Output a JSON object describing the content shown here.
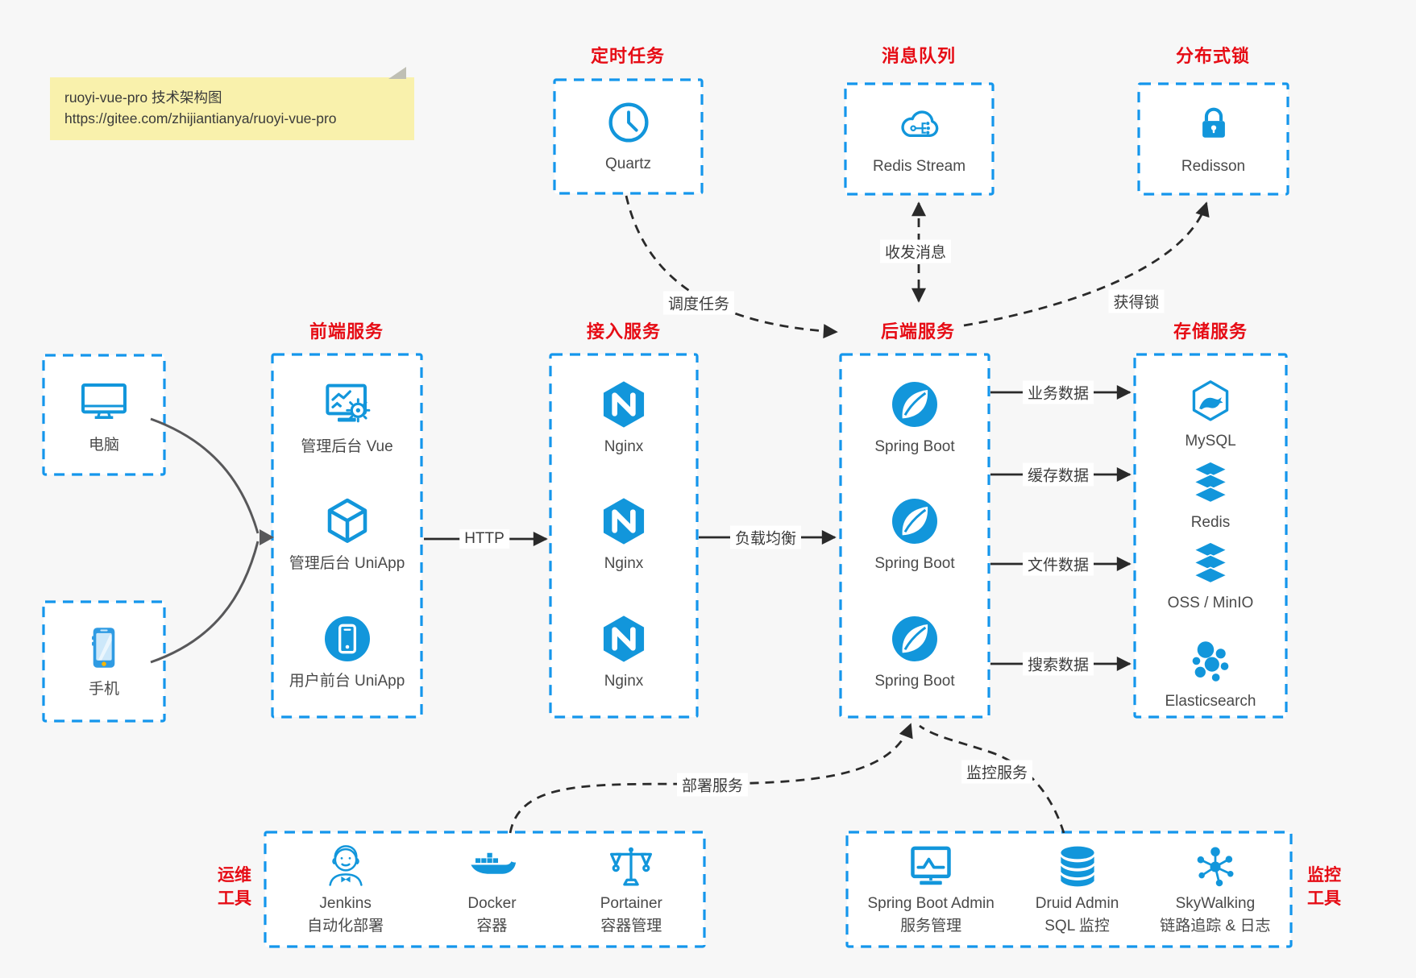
{
  "note": {
    "title": "ruoyi-vue-pro 技术架构图",
    "url": "https://gitee.com/zhijiantianya/ruoyi-vue-pro"
  },
  "top_groups": [
    {
      "title": "定时任务",
      "item": {
        "label": "Quartz"
      }
    },
    {
      "title": "消息队列",
      "item": {
        "label": "Redis Stream"
      }
    },
    {
      "title": "分布式锁",
      "item": {
        "label": "Redisson"
      }
    }
  ],
  "clients": [
    {
      "label": "电脑"
    },
    {
      "label": "手机"
    }
  ],
  "columns": [
    {
      "title": "前端服务",
      "items": [
        {
          "label": "管理后台 Vue"
        },
        {
          "label": "管理后台 UniApp"
        },
        {
          "label": "用户前台 UniApp"
        }
      ]
    },
    {
      "title": "接入服务",
      "items": [
        {
          "label": "Nginx"
        },
        {
          "label": "Nginx"
        },
        {
          "label": "Nginx"
        }
      ]
    },
    {
      "title": "后端服务",
      "items": [
        {
          "label": "Spring Boot"
        },
        {
          "label": "Spring Boot"
        },
        {
          "label": "Spring Boot"
        }
      ]
    },
    {
      "title": "存储服务",
      "items": [
        {
          "label": "MySQL"
        },
        {
          "label": "Redis"
        },
        {
          "label": "OSS / MinIO"
        },
        {
          "label": "Elasticsearch"
        }
      ]
    }
  ],
  "bottom_groups": [
    {
      "title_lines": [
        "运维",
        "工具"
      ],
      "items": [
        {
          "label": "Jenkins",
          "sub": "自动化部署"
        },
        {
          "label": "Docker",
          "sub": "容器"
        },
        {
          "label": "Portainer",
          "sub": "容器管理"
        }
      ]
    },
    {
      "title_lines": [
        "监控",
        "工具"
      ],
      "items": [
        {
          "label": "Spring Boot Admin",
          "sub": "服务管理"
        },
        {
          "label": "Druid Admin",
          "sub": "SQL 监控"
        },
        {
          "label": "SkyWalking",
          "sub": "链路追踪 & 日志"
        }
      ]
    }
  ],
  "edges": {
    "http": "HTTP",
    "load_balancing": "负载均衡",
    "business_data": "业务数据",
    "cache_data": "缓存数据",
    "file_data": "文件数据",
    "search_data": "搜索数据",
    "schedule_task": "调度任务",
    "send_receive_message": "收发消息",
    "acquire_lock": "获得锁",
    "deploy_service": "部署服务",
    "monitor_service": "监控服务"
  },
  "colors": {
    "accent_blue": "#1296db",
    "border_blue": "#1496ec",
    "title_red": "#e60c15",
    "note_bg": "#f9f1ac",
    "background": "#f7f7f7"
  }
}
